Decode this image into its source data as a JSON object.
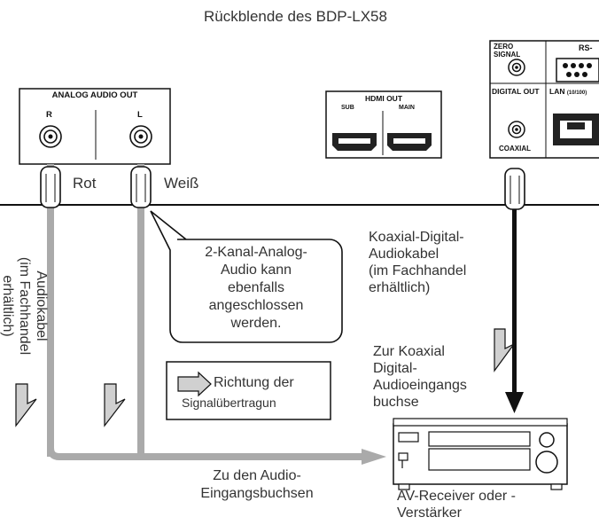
{
  "title": "Rückblende des BDP-LX58",
  "panels": {
    "analog": {
      "heading": "ANALOG AUDIO OUT",
      "right": "R",
      "left": "L"
    },
    "hdmi": {
      "heading": "HDMI OUT",
      "sub": "SUB",
      "main": "MAIN"
    },
    "zero": {
      "line1": "ZERO",
      "line2": "SIGNAL"
    },
    "rs": "RS-",
    "digital_out": "DIGITAL OUT",
    "lan": "LAN",
    "lan_suffix": "(10/100)",
    "coaxial": "COAXIAL"
  },
  "labels": {
    "rot": "Rot",
    "weiss": "Weiß",
    "callout": [
      "2-Kanal-Analog-",
      "Audio kann",
      "ebenfalls",
      "angeschlossen",
      "werden."
    ],
    "audio_cable": [
      "Audiokabel",
      "(im Fachhandel",
      "erhältlich)"
    ],
    "coax_cable": [
      "Koaxial-Digital-",
      "Audiokabel",
      "(im Fachhandel",
      "erhältlich)"
    ],
    "legend": [
      "Richtung der",
      "Signalübertragun"
    ],
    "coax_input": [
      "Zur Koaxial",
      "Digital-",
      "Audioeingangs",
      "buchse"
    ],
    "audio_inputs": [
      "Zu den Audio-",
      "Eingangsbuchsen"
    ],
    "receiver": [
      "AV-Receiver oder -",
      "Verstärker"
    ]
  },
  "colors": {
    "cable": "#aaaaaa",
    "line": "#111111",
    "arrow_fill": "#d0d0d0"
  }
}
